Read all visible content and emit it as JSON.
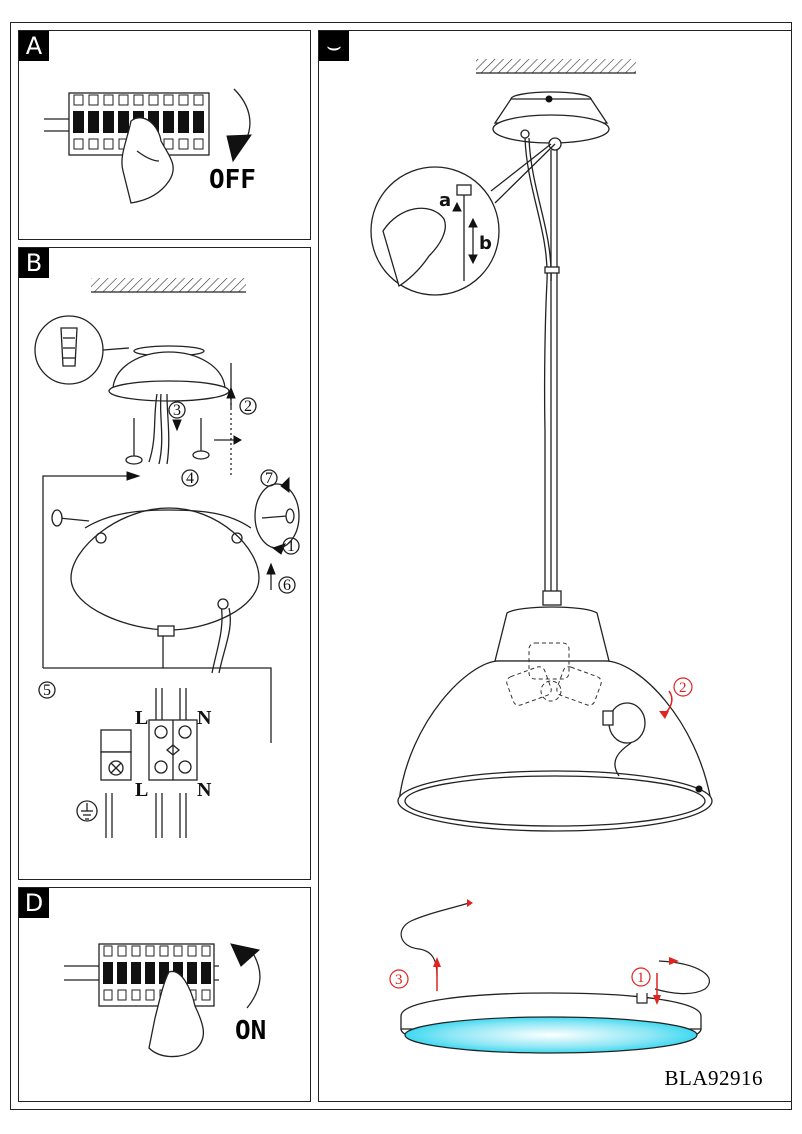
{
  "panels": {
    "a": {
      "tag": "A",
      "action_label": "OFF"
    },
    "b": {
      "tag": "B",
      "steps": [
        "1",
        "2",
        "3",
        "4",
        "5",
        "6",
        "7"
      ],
      "terminal_labels": {
        "live_top": "L",
        "neutral_top": "N",
        "live_bottom": "L",
        "neutral_bottom": "N"
      }
    },
    "c": {
      "tag": "⌣",
      "detail_labels": {
        "a": "a",
        "b": "b"
      },
      "bulb_step": "2",
      "ring_steps": {
        "remove": "1",
        "attach": "3"
      }
    },
    "d": {
      "tag": "D",
      "action_label": "ON"
    }
  },
  "product_code": "BLA92916",
  "colors": {
    "ring_glow": "#3fd9f0",
    "arrows": "#e0231e"
  }
}
